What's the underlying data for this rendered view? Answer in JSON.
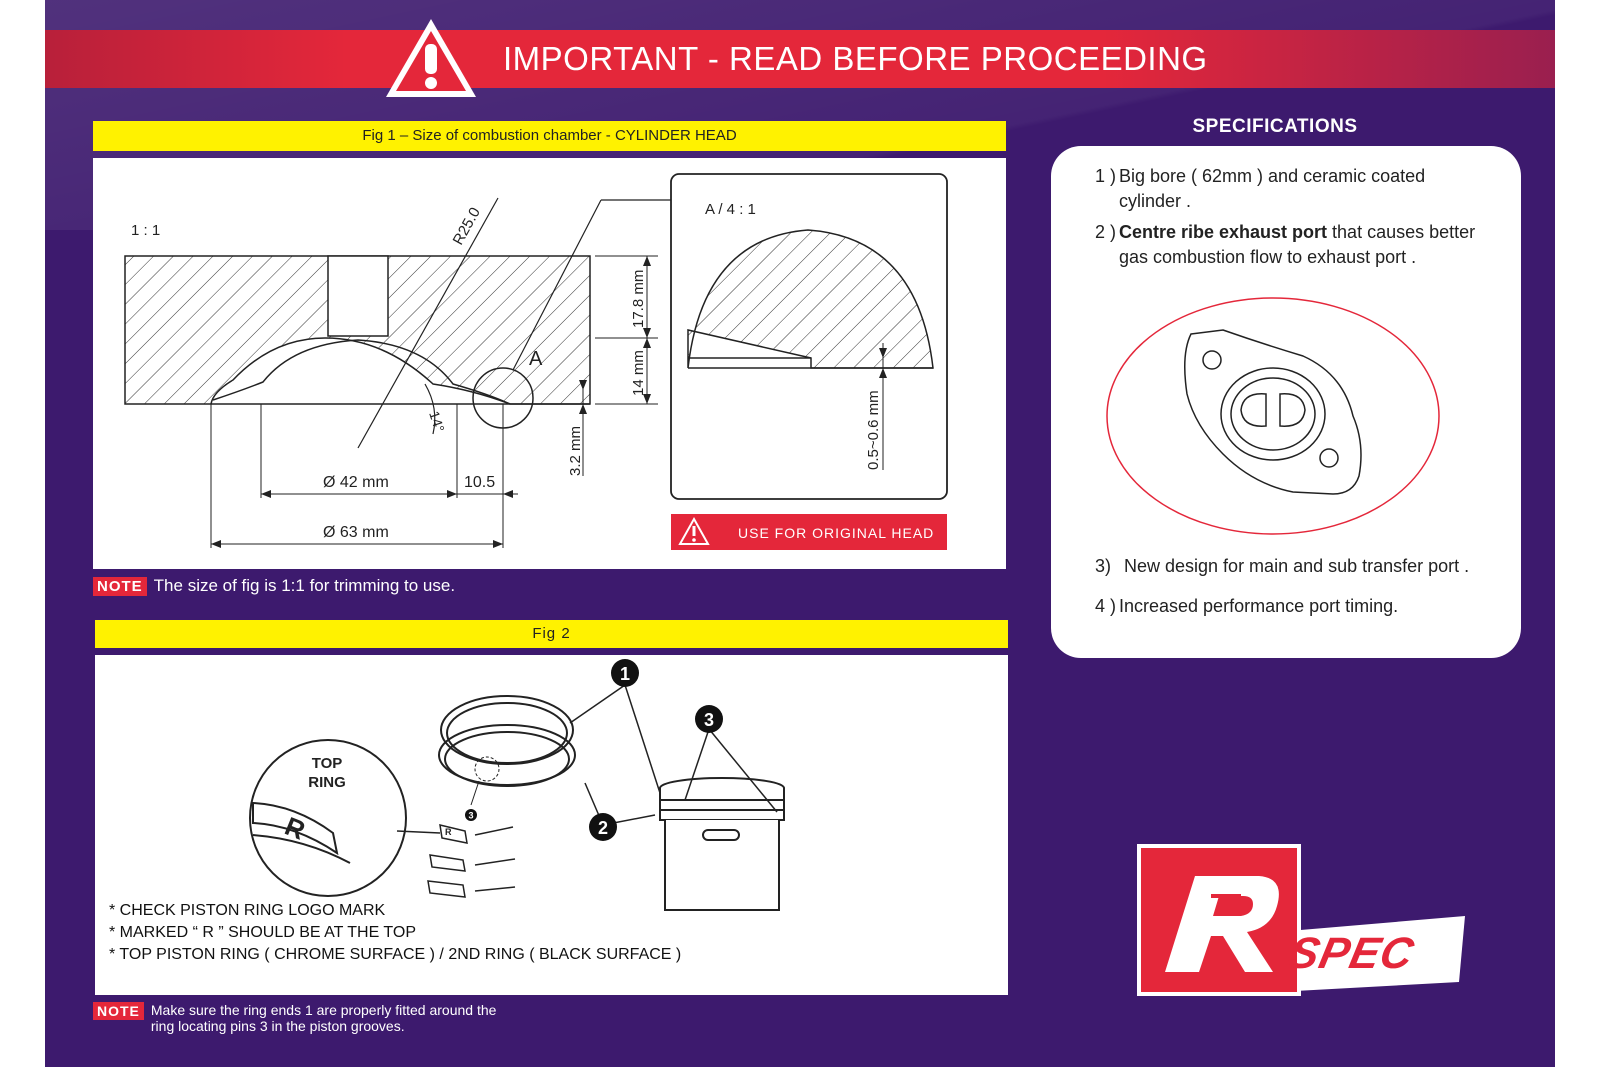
{
  "banner": {
    "title": "IMPORTANT - READ  BEFORE PROCEEDING",
    "icon": "warning-triangle-icon",
    "color": "#e4273a"
  },
  "colors": {
    "background": "#3d1a6e",
    "highlight": "#fff200",
    "accent": "#e4273a"
  },
  "fig1": {
    "title": "Fig 1 – Size of combustion chamber - CYLINDER HEAD",
    "scale": "1 : 1",
    "radius": "R25.0",
    "detail_label": "A",
    "angle": "14°",
    "dims": {
      "height_top": "17.8 mm",
      "height_mid": "14 mm",
      "step": "3.2 mm",
      "inner_dia": "Ø 42 mm",
      "offset": "10.5",
      "outer_dia": "Ø 63 mm"
    },
    "detail": {
      "scale": "A / 4 : 1",
      "gap": "0.5~0.6 mm"
    },
    "warning_label": "USE FOR ORIGINAL HEAD",
    "note_tag": "NOTE",
    "note": "The size of fig is 1:1 for trimming to use."
  },
  "fig2": {
    "title": "Fig 2",
    "top_ring_label": "TOP\nRING",
    "ring_mark": "R",
    "callouts": [
      "1",
      "2",
      "3",
      "3"
    ],
    "instructions": [
      "* CHECK PISTON RING LOGO MARK",
      "* MARKED “ R ” SHOULD BE AT THE TOP",
      "* TOP PISTON RING ( CHROME SURFACE ) / 2ND RING ( BLACK SURFACE )"
    ],
    "note_tag": "NOTE",
    "note": "Make sure the ring ends 1 are properly fitted around the\nring locating pins 3 in the piston grooves."
  },
  "specs": {
    "title": "SPECIFICATIONS",
    "items": [
      {
        "num": "1 )",
        "bold": "",
        "text": "Big bore  ( 62mm ) and ceramic coated",
        "cont": "cylinder ."
      },
      {
        "num": "2 )",
        "bold": "Centre ribe exhaust port",
        "text": " that causes better",
        "cont": "gas combustion flow to exhaust port ."
      },
      {
        "num": "3)",
        "bold": "",
        "text": " New design for main and sub transfer port .",
        "cont": ""
      },
      {
        "num": "4 )",
        "bold": "",
        "text": "Increased performance port timing.",
        "cont": ""
      }
    ]
  },
  "logo": {
    "letter": "R",
    "word": "SPEC",
    "color": "#e4273a"
  }
}
